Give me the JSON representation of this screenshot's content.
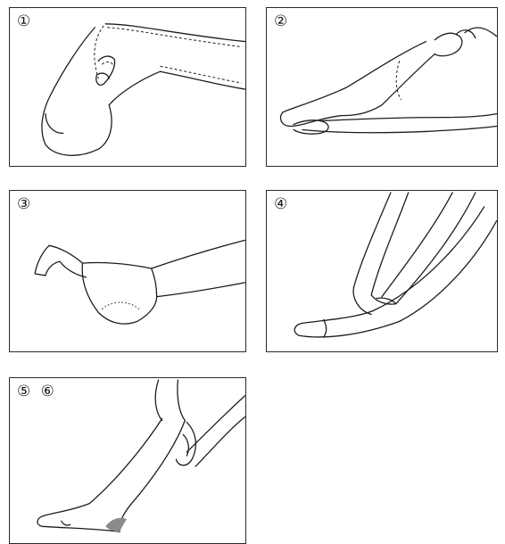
{
  "panels": [
    {
      "label": "①",
      "shape": "fold-stocking-to-heel"
    },
    {
      "label": "②",
      "shape": "pull-toe-over-foot"
    },
    {
      "label": "③",
      "shape": "align-heel"
    },
    {
      "label": "④",
      "shape": "pull-over-ankle"
    },
    {
      "label": "⑤ ⑥",
      "shape": "smooth-up-leg"
    }
  ]
}
